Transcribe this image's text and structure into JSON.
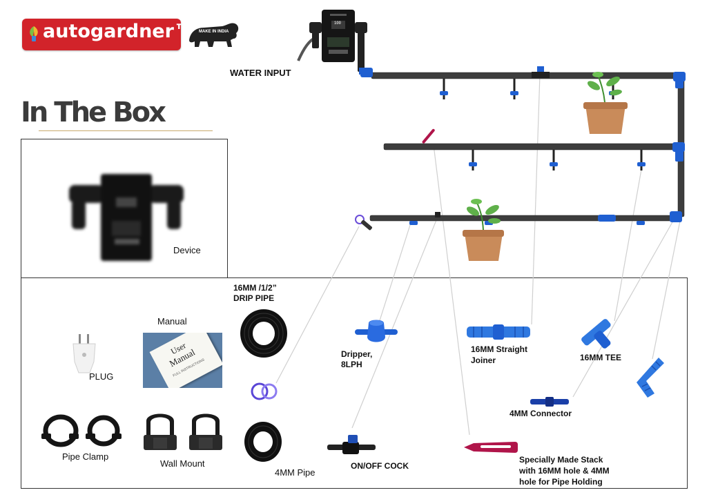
{
  "brand": {
    "name": "autogardner™",
    "badge": "MAKE IN INDIA"
  },
  "heading": "In The Box",
  "diagram": {
    "water_input": "WATER INPUT",
    "device_display": "100"
  },
  "items": {
    "device": "Device",
    "manual": "Manual",
    "manual_cover_line1": "User",
    "manual_cover_line2": "Manual",
    "manual_cover_line3": "FULL INSTRUCTIONS",
    "plug": "PLUG",
    "pipe_clamp": "Pipe Clamp",
    "wall_mount": "Wall Mount",
    "drip_pipe_line1": "16MM /1/2”",
    "drip_pipe_line2": "DRIP PIPE",
    "four_mm_pipe": "4MM Pipe",
    "dripper_line1": "Dripper,",
    "dripper_line2": "8LPH",
    "on_off_cock": "ON/OFF COCK",
    "straight_joiner_line1": "16MM Straight",
    "straight_joiner_line2": "Joiner",
    "tee": "16MM TEE",
    "connector": "4MM Connector",
    "stack_line1": "Specially Made Stack",
    "stack_line2": "with 16MM hole & 4MM",
    "stack_line3": "hole for Pipe Holding"
  },
  "colors": {
    "brand_red": "#d2232a",
    "pipe": "#3d3d3d",
    "fitting_blue": "#1f5fd1",
    "stack_red": "#b0154a",
    "pot": "#c98b5a"
  }
}
